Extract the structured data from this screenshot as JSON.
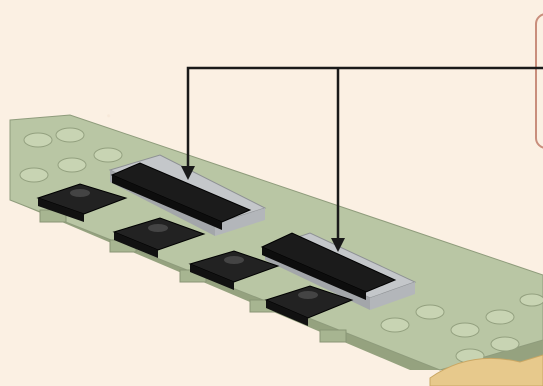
{
  "scene": {
    "background_color": "#fbf0e3",
    "callout_border_color": "#c98e7c",
    "leader_line_color": "#1a1a1a",
    "baseplate_color": "#b9c6a4",
    "baseplate_shadow_color": "#8f9c7c",
    "black_brick_color": "#1b1b1b",
    "gray_brick_color": "#c4c7ca",
    "tan_accent_color": "#e7c98c"
  },
  "parts": {
    "baseplate": "sand-green-wedge-plate",
    "tile_bars": [
      "black-tile-1x6",
      "black-tile-1x6"
    ],
    "brackets": [
      "light-gray-plate-2x4",
      "light-gray-plate-2x4"
    ],
    "clips": [
      "black-plate-clip",
      "black-plate-clip",
      "black-plate-clip",
      "black-plate-clip"
    ]
  },
  "callout": {
    "text": ""
  }
}
